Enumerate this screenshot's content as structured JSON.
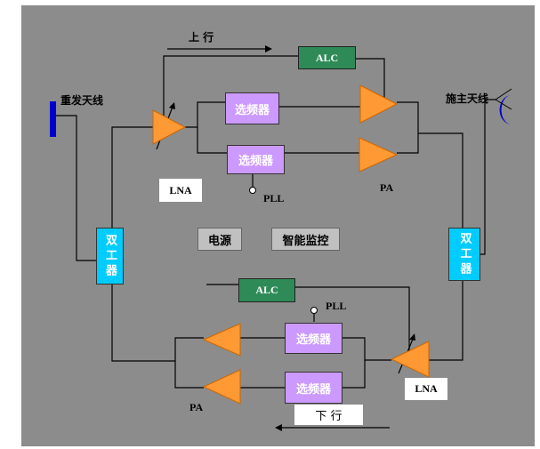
{
  "labels": {
    "uplink": "上 行",
    "downlink": "下 行",
    "relay_antenna": "重发天线",
    "donor_antenna": "施主天线",
    "power": "电源",
    "smart_monitor": "智能监控",
    "duplexer": "双工器",
    "filter": "选频器",
    "alc": "ALC",
    "lna": "LNA",
    "pa": "PA",
    "pll": "PLL"
  },
  "colors": {
    "background": "#8c8c8c",
    "amplifier": "#ff9933",
    "filter": "#cc99ff",
    "alc": "#2e8b57",
    "duplexer": "#00ccff",
    "antenna": "#0000cc"
  }
}
